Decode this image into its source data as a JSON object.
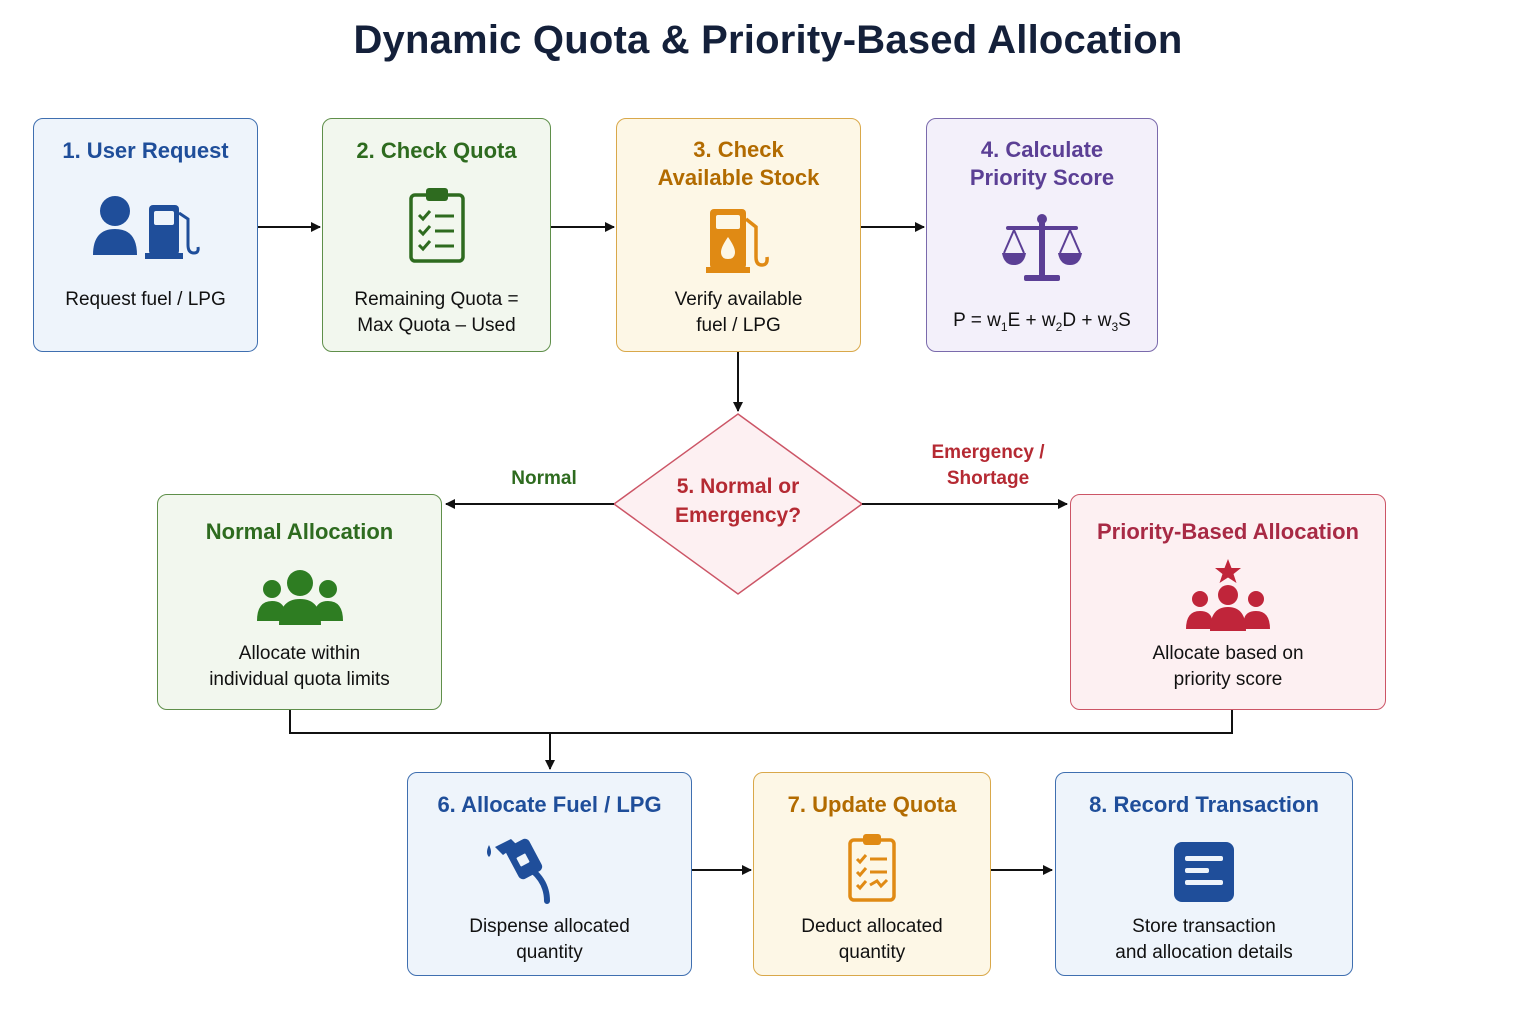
{
  "title": "Dynamic Quota & Priority-Based Allocation",
  "colors": {
    "blue": "#1f4e9a",
    "green": "#2e6b1f",
    "orange": "#b26b00",
    "purple": "#5b3f95",
    "red": "#b52a33",
    "arrow": "#111111"
  },
  "steps": {
    "user_request": {
      "title": "1. User Request",
      "desc": "Request fuel / LPG",
      "icon": "user-fuel-pump-icon"
    },
    "check_quota": {
      "title": "2. Check Quota",
      "desc": "Remaining Quota =\nMax Quota – Used",
      "icon": "clipboard-checklist-icon"
    },
    "check_stock": {
      "title": "3. Check\nAvailable Stock",
      "desc": "Verify available\nfuel / LPG",
      "icon": "fuel-pump-icon"
    },
    "priority_score": {
      "title": "4. Calculate\nPriority Score",
      "icon": "balance-scale-icon",
      "formula": {
        "p": "P = w",
        "s1": "1",
        "t1": "E + w",
        "s2": "2",
        "t2": "D + w",
        "s3": "3",
        "t3": "S"
      }
    },
    "decision": {
      "text": "5. Normal or\nEmergency?"
    },
    "normal_allocation": {
      "title": "Normal Allocation",
      "desc": "Allocate within\nindividual quota limits",
      "icon": "group-icon"
    },
    "priority_allocation": {
      "title": "Priority-Based Allocation",
      "desc": "Allocate based on\npriority score",
      "icon": "group-star-icon"
    },
    "allocate_fuel": {
      "title": "6. Allocate Fuel / LPG",
      "desc": "Dispense allocated\nquantity",
      "icon": "fuel-nozzle-icon"
    },
    "update_quota": {
      "title": "7. Update Quota",
      "desc": "Deduct allocated\nquantity",
      "icon": "clipboard-checklist-icon"
    },
    "record_transaction": {
      "title": "8. Record Transaction",
      "desc": "Store transaction\nand allocation details",
      "icon": "document-icon"
    }
  },
  "edges": {
    "normal_label": "Normal",
    "emergency_label": "Emergency /\nShortage"
  }
}
